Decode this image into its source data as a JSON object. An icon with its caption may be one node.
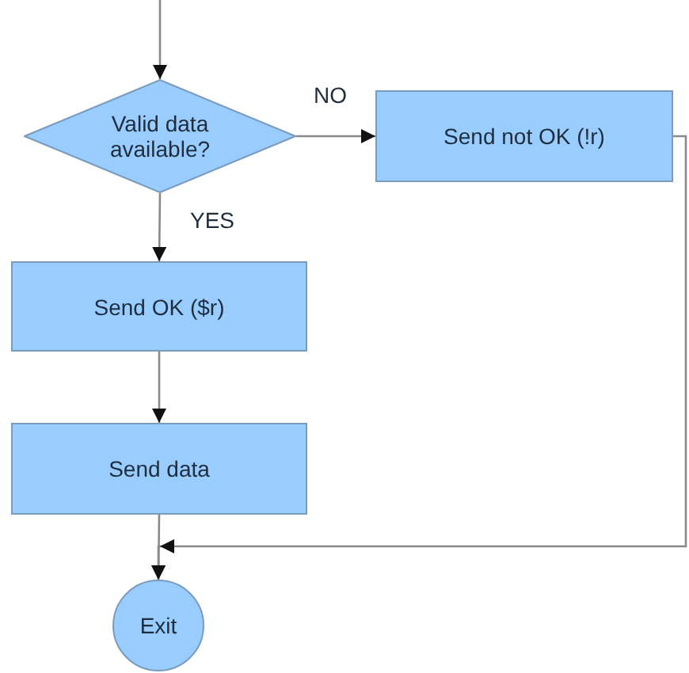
{
  "diagram": {
    "nodes": [
      {
        "text": [
          "Valid data available?"
        ]
      },
      {
        "text": [
          "Send not OK (!r)"
        ]
      },
      {
        "text": [
          "Send OK ($r)"
        ]
      },
      {
        "text": [
          "Send data"
        ]
      },
      {
        "text": [
          "Exit"
        ]
      }
    ],
    "edges": [
      {
        "from": null,
        "to": 0,
        "arrow": "to"
      },
      {
        "from": 0,
        "to": 1,
        "arrow": "to",
        "label": "NO"
      },
      {
        "from": 0,
        "to": 2,
        "arrow": "to",
        "label": "YES"
      },
      {
        "from": 2,
        "to": 3,
        "arrow": "to"
      },
      {
        "from": 3,
        "to": 4,
        "arrow": "to"
      },
      {
        "from": 1,
        "to": 4,
        "arrow": "to"
      }
    ]
  }
}
